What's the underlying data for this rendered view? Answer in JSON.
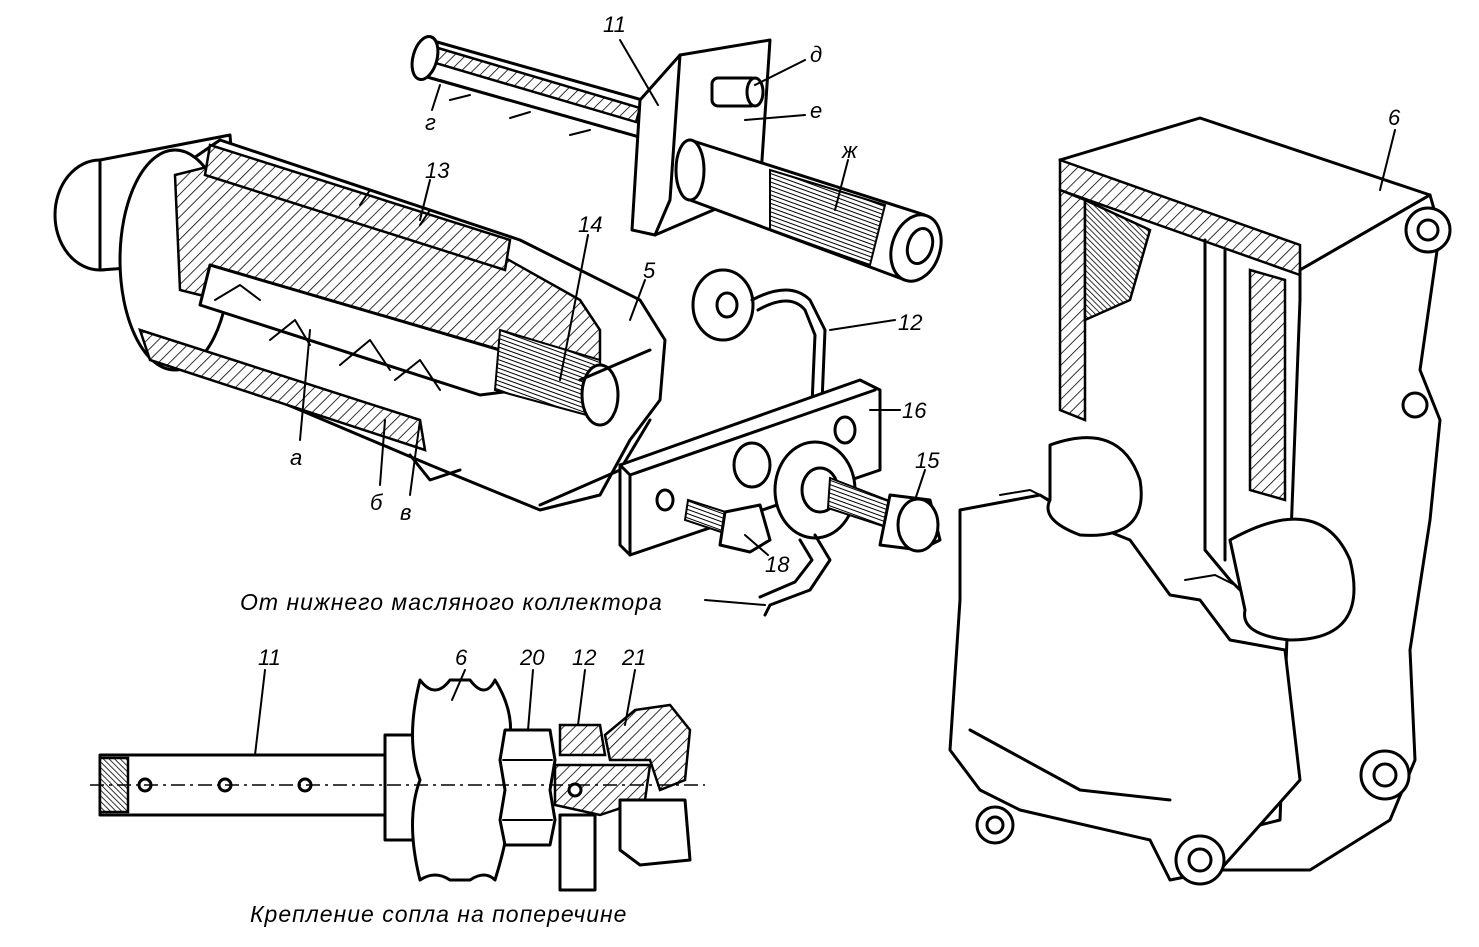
{
  "labels": {
    "part_11_top": "11",
    "d": "д",
    "e": "е",
    "zh": "ж",
    "g": "г",
    "part_13": "13",
    "part_14": "14",
    "part_5": "5",
    "part_12_top": "12",
    "part_16": "16",
    "part_15": "15",
    "part_18": "18",
    "a": "а",
    "b": "б",
    "v": "в",
    "part_6_right": "6",
    "part_11_bottom": "11",
    "part_6_bottom": "6",
    "part_20": "20",
    "part_12_bottom": "12",
    "part_21": "21"
  },
  "captions": {
    "oil_collector": "От нижнего масляного коллектора",
    "nozzle_mount": "Крепление сопла на поперечине"
  }
}
